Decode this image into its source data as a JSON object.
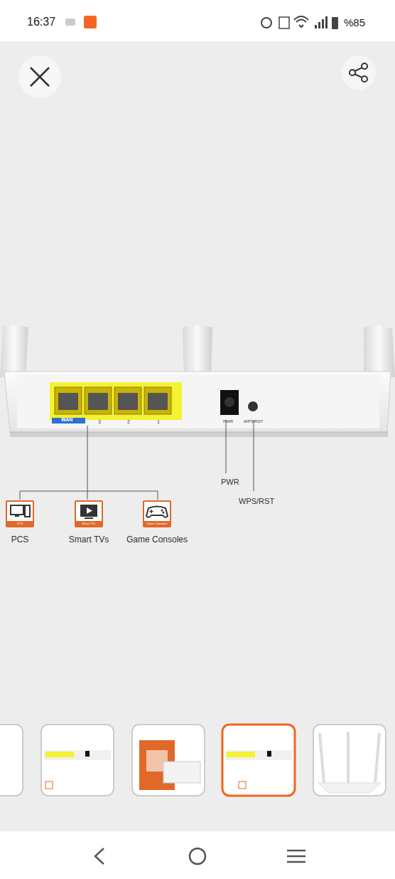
{
  "diagram": {
    "nodes": [
      {
        "text": [
          "PCS",
          "PCS"
        ]
      },
      {
        "text": [
          "Smart TVs",
          "Smart TVs"
        ]
      },
      {
        "text": [
          "Game Consoles",
          "Game Consoles"
        ]
      }
    ],
    "labels": [
      "16:37",
      "%85",
      "WAN",
      "3",
      "2",
      "1",
      "PWR",
      "WPS/RST",
      "PWR",
      "WPS/RST"
    ]
  }
}
